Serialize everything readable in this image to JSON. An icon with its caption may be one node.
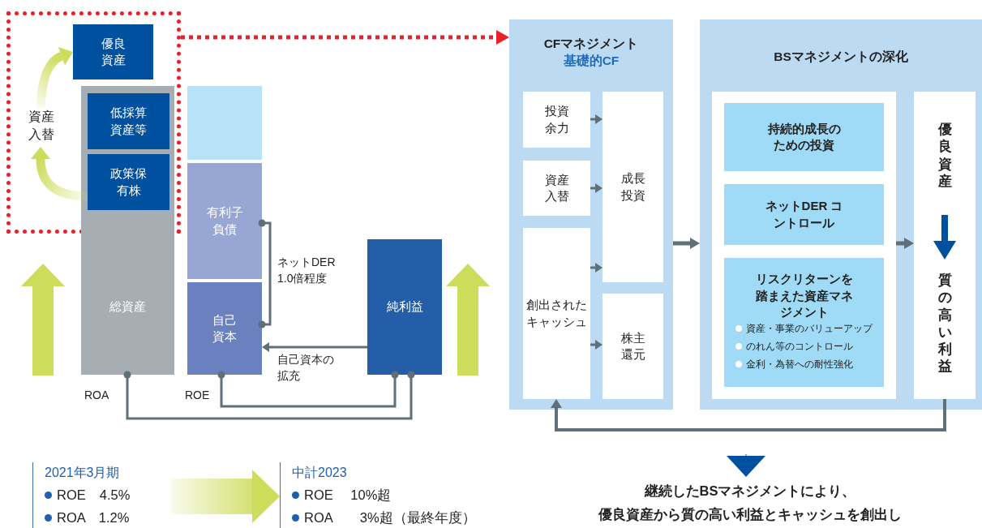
{
  "diagram": {
    "nodes": [
      {
        "text": [],
        "shape": "box"
      },
      {
        "text": [
          "優良資産"
        ],
        "in": 0
      },
      {
        "text": [
          "資産入替"
        ],
        "in": 0
      },
      {
        "text": [
          "総資産"
        ]
      },
      {
        "text": [
          "低採算資産等"
        ]
      },
      {
        "text": [
          "政策保有株"
        ]
      },
      {
        "text": [],
        "shape": "bar"
      },
      {
        "text": [
          "有利子負債"
        ]
      },
      {
        "text": [
          "自己資本"
        ]
      },
      {
        "text": [
          "純利益"
        ]
      },
      {
        "text": [
          "CFマネジメント",
          "基礎的CF"
        ]
      },
      {
        "text": [
          "投資余力"
        ],
        "in": 10
      },
      {
        "text": [
          "資産入替"
        ],
        "in": 10
      },
      {
        "text": [
          "創出されたキャッシュ"
        ],
        "in": 10
      },
      {
        "text": [
          "成長投資"
        ],
        "in": 10
      },
      {
        "text": [
          "株主還元"
        ],
        "in": 10
      },
      {
        "text": [
          "BSマネジメントの深化"
        ]
      },
      {
        "text": [],
        "shape": "box",
        "in": 16
      },
      {
        "text": [
          "持続的成長のための投資"
        ],
        "in": 17
      },
      {
        "text": [
          "ネットDER コントロール"
        ],
        "in": 17
      },
      {
        "text": [
          "リスクリターンを踏まえた資産マネジメント",
          "資産・事業のバリューアップ",
          "のれん等のコントロール",
          "金利・為替への耐性強化"
        ],
        "in": 17
      },
      {
        "text": [
          "優良資産",
          "質の高い利益"
        ],
        "in": 16
      },
      {
        "text": [
          "2021年3月期",
          "ROE　4.5%",
          "ROA　1.2%"
        ]
      },
      {
        "text": [
          "中計2023",
          "ROE　 10%超",
          "ROA　　3%超（最終年度）"
        ]
      },
      {
        "text": [
          "継続したBSマネジメントにより、",
          "優良資産から質の高い利益とキャッシュを創出し"
        ]
      }
    ],
    "edges": [
      {
        "from": 0,
        "to": 10,
        "arrow": "to",
        "style": "dashed",
        "color": "#e8202a"
      },
      {
        "from": 5,
        "to": 2,
        "arrow": "to",
        "style": "thick",
        "color": "#cddc5a"
      },
      {
        "from": 2,
        "to": 1,
        "arrow": "to",
        "style": "thick",
        "color": "#cddc5a"
      },
      {
        "from": 7,
        "to": 8,
        "arrow": "other",
        "label": "ネットDER 1.0倍程度"
      },
      {
        "from": 9,
        "to": 8,
        "arrow": "to",
        "label": "自己資本の拡充"
      },
      {
        "from": 3,
        "to": 9,
        "arrow": "other",
        "label": "ROA"
      },
      {
        "from": 8,
        "to": 9,
        "arrow": "other",
        "label": "ROE"
      },
      {
        "from": 11,
        "to": 14,
        "arrow": "to"
      },
      {
        "from": 12,
        "to": 14,
        "arrow": "to"
      },
      {
        "from": 13,
        "to": 14,
        "arrow": "to"
      },
      {
        "from": 13,
        "to": 15,
        "arrow": "to"
      },
      {
        "from": 10,
        "to": 16,
        "arrow": "to"
      },
      {
        "from": 17,
        "to": 21,
        "arrow": "to"
      },
      {
        "from": 21,
        "to": 13,
        "arrow": "to"
      },
      {
        "from": 22,
        "to": 23,
        "arrow": "to",
        "style": "thick",
        "color": "#cddc5a"
      },
      {
        "from": null,
        "to": 24,
        "arrow": "to",
        "color": "#0050a0"
      }
    ]
  }
}
